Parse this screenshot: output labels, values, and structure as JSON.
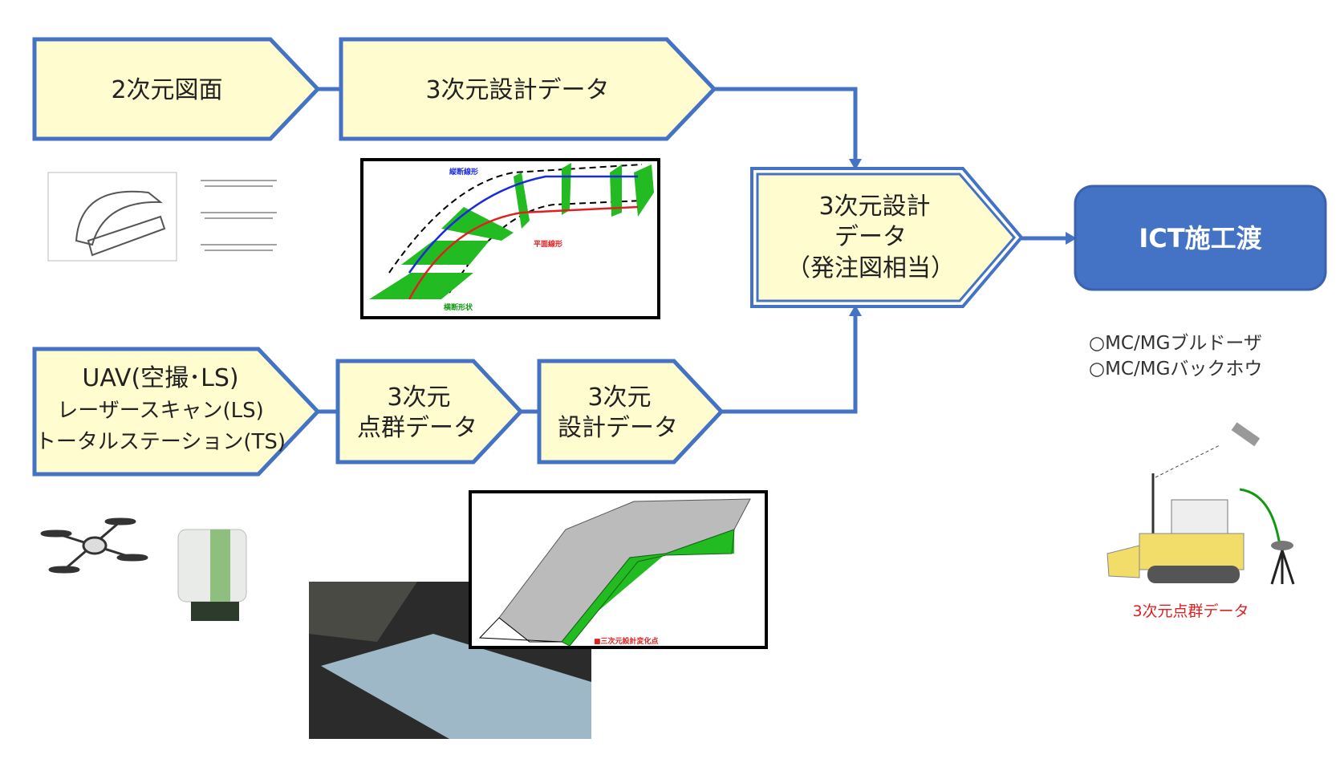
{
  "colors": {
    "accent": "#4472c4",
    "box_fill": "#fffdd0",
    "red": "#e02020",
    "green": "#22bb22"
  },
  "top_flow": {
    "box_2d": "2次元図面",
    "box_3d_design": "3次元設計データ"
  },
  "center_box": {
    "line1": "3次元設計",
    "line2": "データ",
    "line3": "（発注図相当）"
  },
  "ict_box": "ICT施工渡",
  "machines": [
    "○MC/MGブルドーザ",
    "○MC/MGバックホウ"
  ],
  "bottom_flow": {
    "survey_box": [
      "UAV(空撮･LS)",
      "レーザースキャン(LS)",
      "トータルステーション(TS)"
    ],
    "pointcloud_box": [
      "3次元",
      "点群データ"
    ],
    "design_box": [
      "3次元",
      "設計データ"
    ]
  },
  "design_figure_labels": {
    "vertical": "縦断線形",
    "plan": "平面線形",
    "cross": "横断形状"
  },
  "model_figure_label": "■三次元設計変化点",
  "bulldozer_caption": "3次元点群データ"
}
